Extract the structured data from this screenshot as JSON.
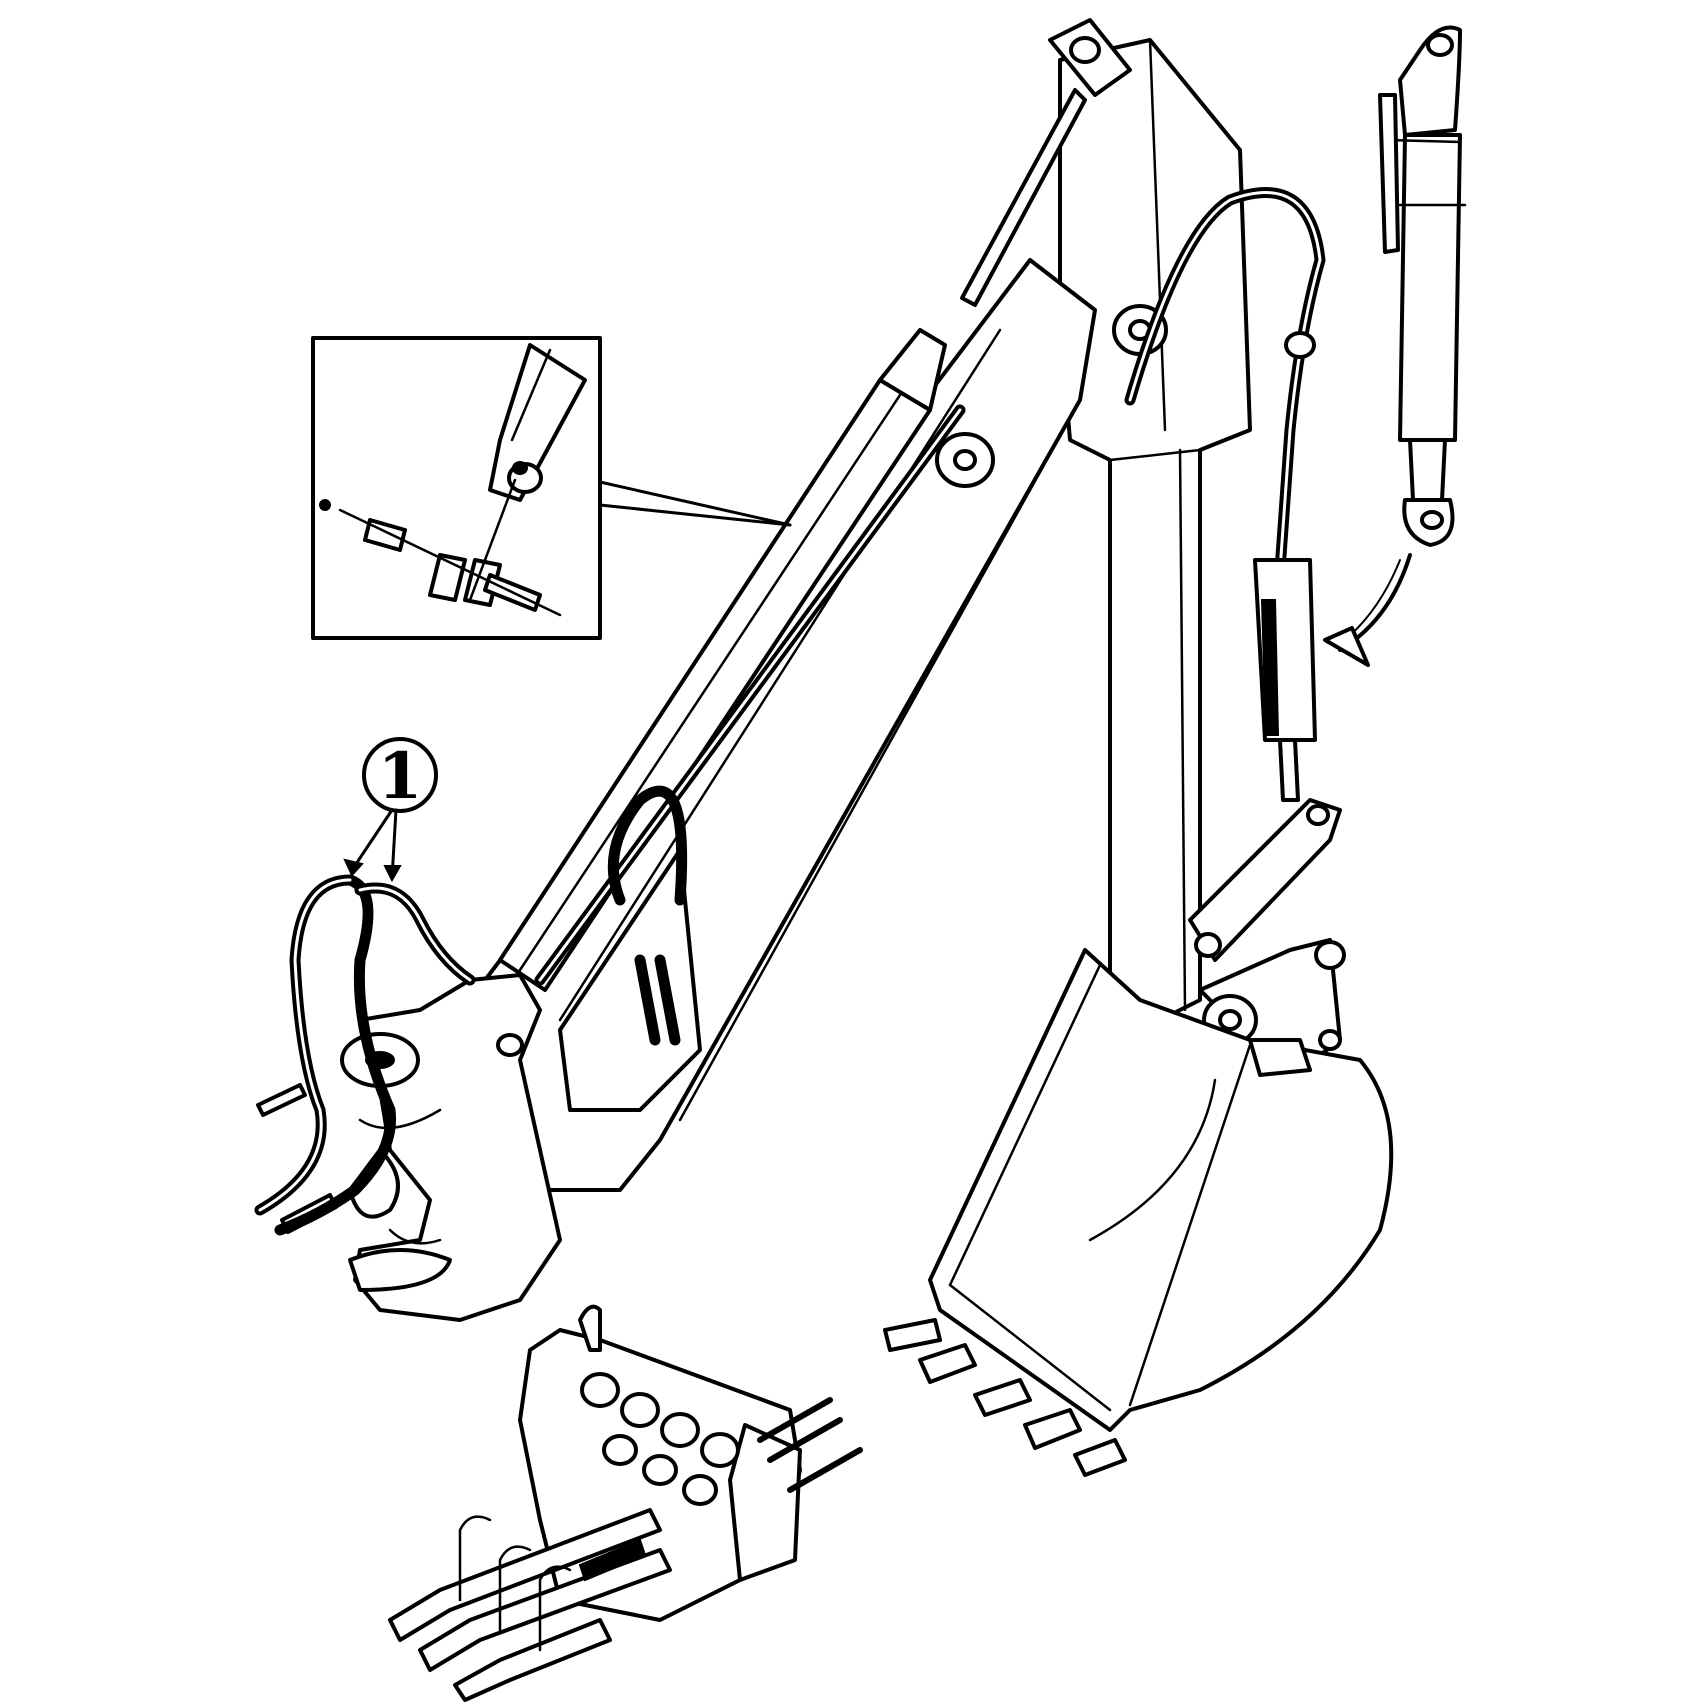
{
  "diagram": {
    "type": "exploded parts illustration",
    "subject": "backhoe boom, dipper arm and bucket hydraulic hoses",
    "background_color": "#ffffff",
    "line_color": "#000000",
    "callouts": [
      {
        "id": "callout-1",
        "label": "1",
        "points_to": "hydraulic hose pair at boom base"
      }
    ],
    "components": [
      {
        "name": "boom",
        "description": "main boom arm"
      },
      {
        "name": "dipper-arm",
        "description": "vertical dipper stick"
      },
      {
        "name": "bucket",
        "description": "toothed digging bucket"
      },
      {
        "name": "boom-cylinder",
        "description": "hydraulic boom ram"
      },
      {
        "name": "dipper-cylinder",
        "description": "dipper ram with hose loop"
      },
      {
        "name": "bucket-cylinder",
        "description": "separate exploded cylinder with arrow"
      },
      {
        "name": "detail-inset",
        "description": "inset box showing hose fittings at cylinder end"
      },
      {
        "name": "swing-post",
        "description": "boom pivot/swing casting"
      },
      {
        "name": "control-valve",
        "description": "multi-spool control valve block"
      },
      {
        "name": "hydraulic-hoses",
        "description": "hose pair indicated by callout 1"
      }
    ]
  }
}
